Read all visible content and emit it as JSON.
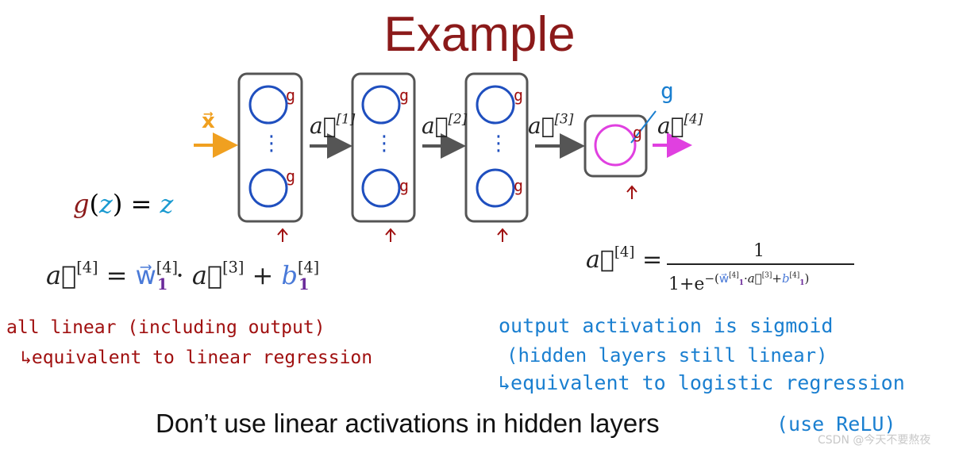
{
  "title": "Example",
  "input_label": "x⃗",
  "hidden_activation_mark": "g",
  "output_activation_mark": "g",
  "dots": "⋮",
  "edge_labels": [
    "a⃗",
    "a⃗",
    "a⃗",
    "a⃗"
  ],
  "edge_sups": [
    "[1]",
    "[2]",
    "[3]",
    "[4]"
  ],
  "gz": {
    "g": "g",
    "open": "(",
    "z": "z",
    "close": ")",
    "eq": " = ",
    "rhs": "z"
  },
  "linear_eq": {
    "a": "a⃗",
    "a_sup": "[4]",
    "eq": " = ",
    "w": "w⃗",
    "w_sup": "[4]",
    "w_sub": "1",
    "dot": " · ",
    "a3": "a⃗",
    "a3_sup": "[3]",
    "plus": " + ",
    "b": "b",
    "b_sup": "[4]",
    "b_sub": "1"
  },
  "sigmoid_eq": {
    "a": "a⃗",
    "a_sup": "[4]",
    "eq": "=",
    "num": "1",
    "den_prefix": "1+e",
    "exp_open": "−(",
    "w": "w⃗",
    "w_sup": "[4]",
    "w_sub": "1",
    "dot": "·",
    "a3": "a⃗",
    "a3_sup": "[3]",
    "plus": "+",
    "b": "b",
    "b_sup": "[4]",
    "b_sub": "1",
    "exp_close": ")"
  },
  "notes_left": [
    "all linear (including output)",
    "↳equivalent to linear regression"
  ],
  "notes_right": [
    "output activation is sigmoid",
    "(hidden layers still linear)",
    "↳equivalent to logistic regression"
  ],
  "bottom_text": "Don’t use linear activations in hidden layers",
  "bottom_note": "(use ReLU)",
  "watermark": "CSDN @今天不要熬夜",
  "colors": {
    "title": "#8b1a1a",
    "hidden_neuron": "#1f4fbf",
    "output_neuron": "#e040e0",
    "input_arrow": "#f0a020",
    "output_arrow": "#e040e0",
    "annotation_red": "#a01010",
    "annotation_blue": "#1a7fd0"
  }
}
